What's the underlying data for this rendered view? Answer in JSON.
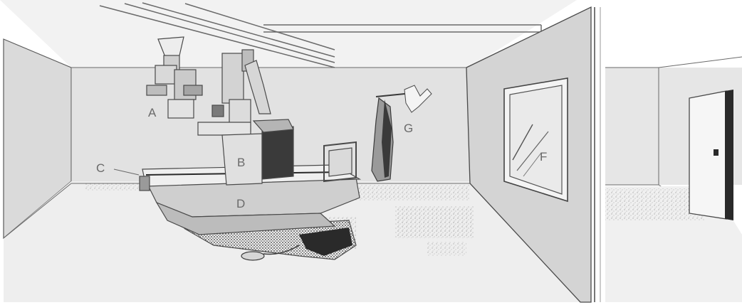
{
  "labels": {
    "a": "A",
    "b": "B",
    "c": "C",
    "d": "D",
    "f": "F",
    "g": "G"
  },
  "colors": {
    "line": "#5a5a5a",
    "wall": "#dcdcdc",
    "floor": "#eeeeee",
    "dark": "#2a2a2a",
    "label": "#6a6a6a"
  },
  "icons": [
    "xray-tube-icon",
    "examination-table-icon",
    "window-icon",
    "coat-hook-icon",
    "door-icon",
    "foot-switch-icon"
  ]
}
